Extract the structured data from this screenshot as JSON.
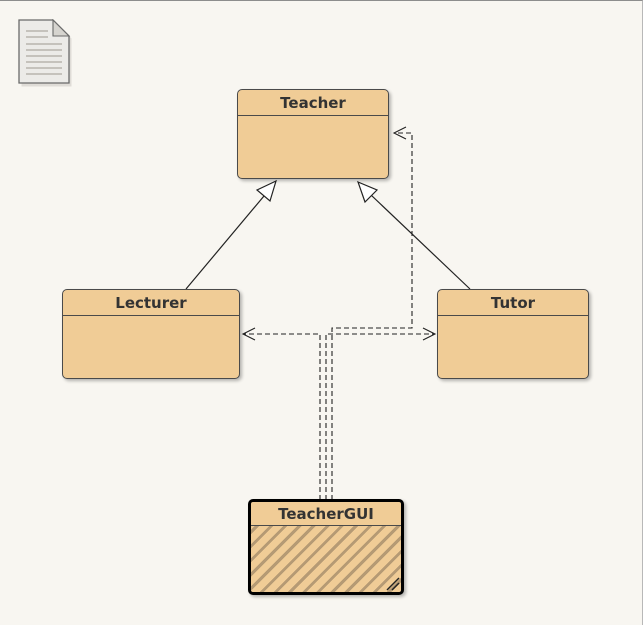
{
  "diagram": {
    "type": "uml-class-diagram",
    "package_icon": "document-icon",
    "classes": [
      {
        "id": "teacher",
        "name": "Teacher",
        "selected": false,
        "abstract": false
      },
      {
        "id": "lecturer",
        "name": "Lecturer",
        "selected": false,
        "abstract": false
      },
      {
        "id": "tutor",
        "name": "Tutor",
        "selected": false,
        "abstract": false
      },
      {
        "id": "teachergui",
        "name": "TeacherGUI",
        "selected": true,
        "abstract": false
      }
    ],
    "relations": [
      {
        "type": "generalization",
        "from": "lecturer",
        "to": "teacher"
      },
      {
        "type": "generalization",
        "from": "tutor",
        "to": "teacher"
      },
      {
        "type": "dependency",
        "from": "teachergui",
        "to": "teacher"
      },
      {
        "type": "dependency",
        "from": "teachergui",
        "to": "lecturer"
      },
      {
        "type": "dependency",
        "from": "teachergui",
        "to": "tutor"
      }
    ],
    "colors": {
      "background": "#f8f6f1",
      "class_fill": "#f0cc96",
      "class_border": "#4a4a4a",
      "hatch": "#b59a74"
    }
  }
}
